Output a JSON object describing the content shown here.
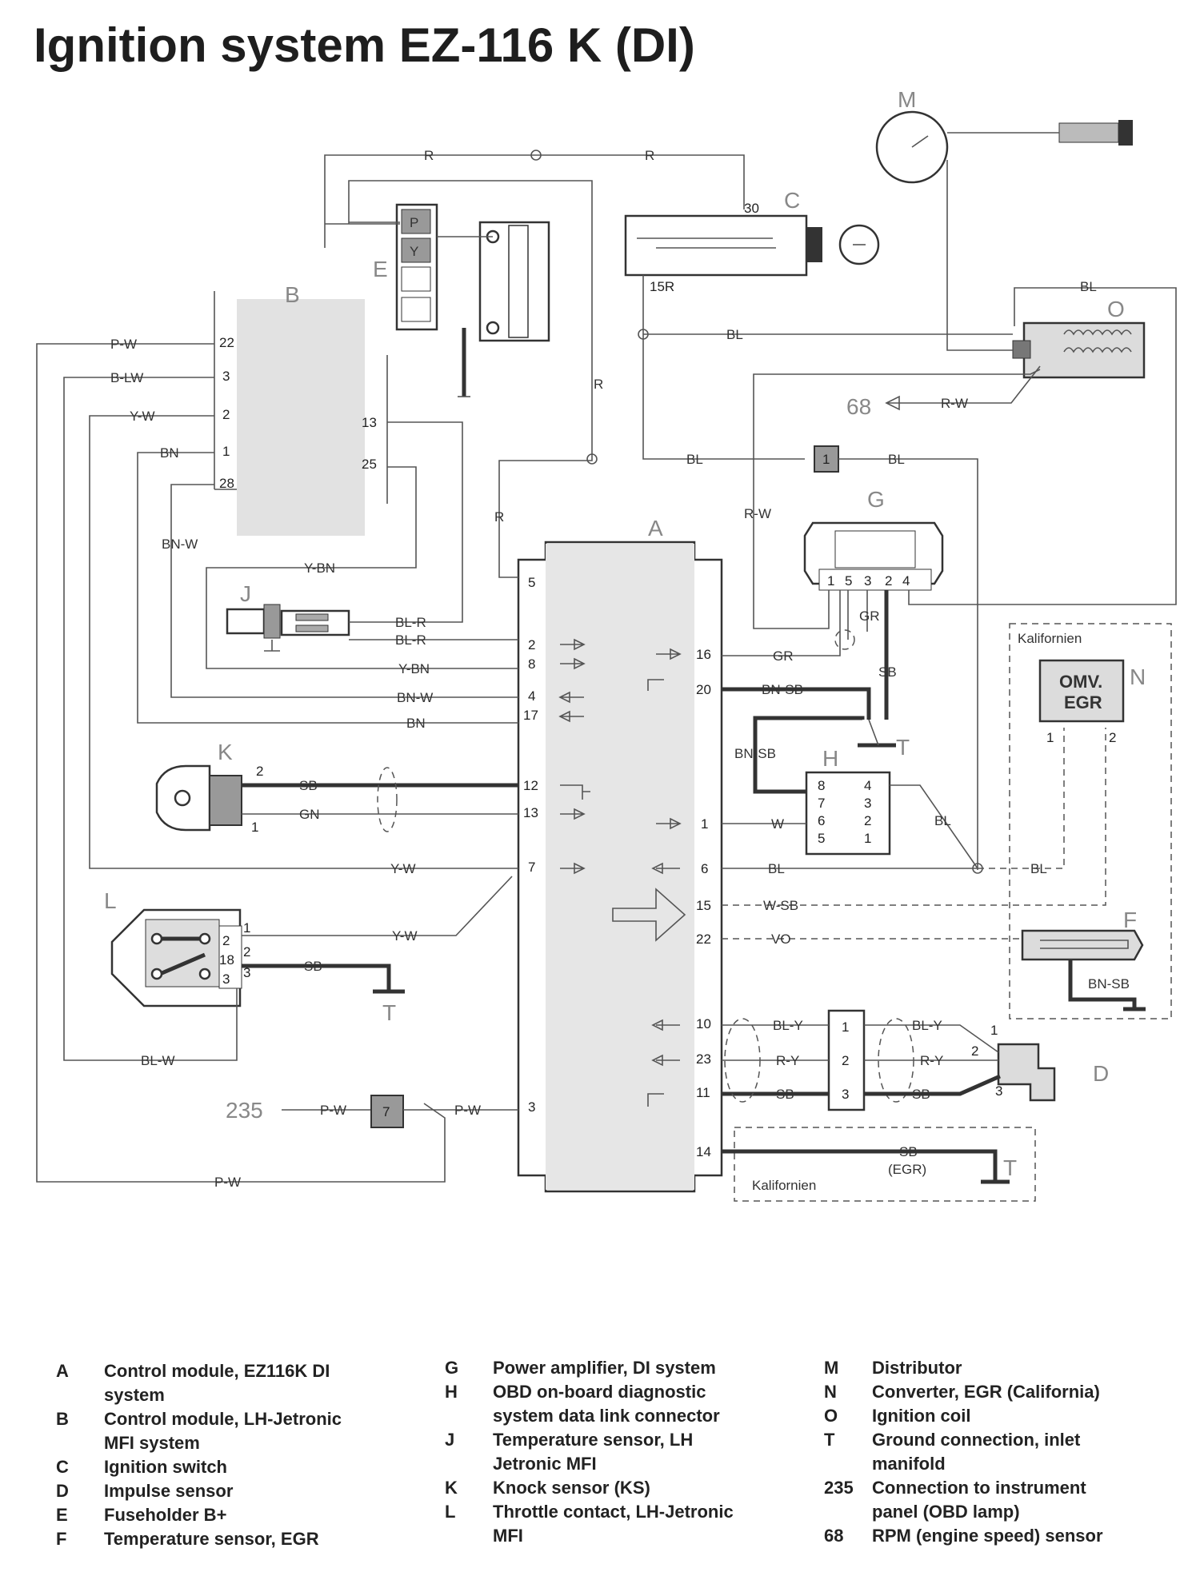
{
  "title": "Ignition system EZ-116 K (DI)",
  "components": {
    "A": "A",
    "B": "B",
    "C": "C",
    "D": "D",
    "E": "E",
    "F": "F",
    "G": "G",
    "H": "H",
    "J": "J",
    "K": "K",
    "L": "L",
    "M": "M",
    "N": "N",
    "O": "O",
    "T": "T"
  },
  "wires": {
    "R": "R",
    "BL": "BL",
    "RW": "R-W",
    "PW": "P-W",
    "BLW": "B-LW",
    "YW": "Y-W",
    "BN": "BN",
    "BNW": "BN-W",
    "YBN": "Y-BN",
    "BLR": "BL-R",
    "GR": "GR",
    "SB": "SB",
    "BNSB": "BN-SB",
    "W": "W",
    "GN": "GN",
    "WSB": "W-SB",
    "VO": "VO",
    "BLY": "BL-Y",
    "RY": "R-Y",
    "BLW2": "BL-W",
    "SBEGR": "(EGR)"
  },
  "refs": {
    "r68": "68",
    "r235": "235",
    "fuse1": "1",
    "fuse7": "7",
    "pin30": "30",
    "pin15R": "15R"
  },
  "kalifornien": "Kalifornien",
  "omv": {
    "line1": "OMV.",
    "line2": "EGR"
  },
  "legend": [
    [
      {
        "key": "A",
        "text": "Control module, EZ116K DI system"
      },
      {
        "key": "B",
        "text": "Control module, LH-Jetronic MFI system"
      },
      {
        "key": "C",
        "text": "Ignition switch"
      },
      {
        "key": "D",
        "text": "Impulse sensor"
      },
      {
        "key": "E",
        "text": "Fuseholder B+"
      },
      {
        "key": "F",
        "text": "Temperature sensor, EGR"
      }
    ],
    [
      {
        "key": "G",
        "text": "Power amplifier, DI system"
      },
      {
        "key": "H",
        "text": "OBD on-board diagnostic system data link connector"
      },
      {
        "key": "J",
        "text": "Temperature sensor, LH Jetronic MFI"
      },
      {
        "key": "K",
        "text": "Knock sensor (KS)"
      },
      {
        "key": "L",
        "text": "Throttle contact, LH-Jetronic MFI"
      }
    ],
    [
      {
        "key": "M",
        "text": "Distributor"
      },
      {
        "key": "N",
        "text": "Converter, EGR (California)"
      },
      {
        "key": "O",
        "text": "Ignition coil"
      },
      {
        "key": "T",
        "text": "Ground connection, inlet manifold"
      },
      {
        "key": "235",
        "text": "Connection to instrument panel (OBD lamp)"
      },
      {
        "key": "68",
        "text": "RPM (engine speed) sensor"
      }
    ]
  ]
}
